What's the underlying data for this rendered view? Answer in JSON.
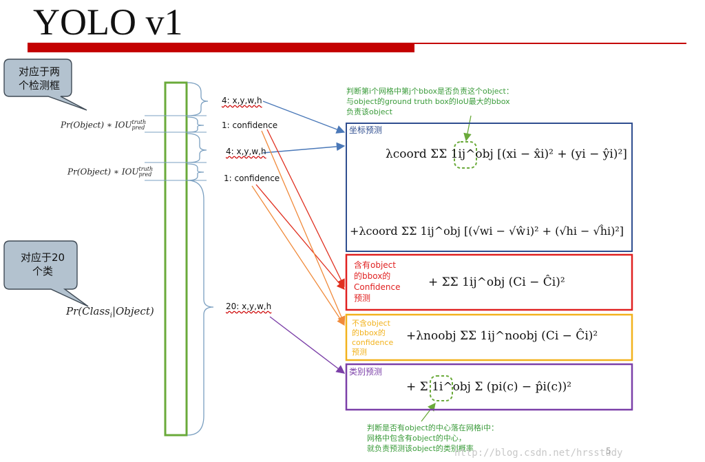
{
  "title": "YOLO v1",
  "callouts": {
    "top": [
      "对应于两",
      "个检测框"
    ],
    "bottom": [
      "对应于20",
      "个类"
    ]
  },
  "side_labels": {
    "pr_object_1": "Pr(Object) ∗ IOU",
    "pr_object_2": "Pr(Object) ∗ IOU",
    "iou_sup": "truth",
    "iou_sub": "pred",
    "pr_class": "Pr(Class",
    "pr_class_sub": "i",
    "pr_class_tail": "|Object)"
  },
  "vector_labels": {
    "xywh_1": "4: x,y,w,h",
    "conf_1": "1: confidence",
    "xywh_2": "4: x,y,w,h",
    "conf_2": "1: confidence",
    "classes": "20: x,y,w,h"
  },
  "notes": {
    "top": [
      "判断第i个网格中第j个bbox是否负责这个object：",
      "与object的ground truth box的IoU最大的bbox",
      "负责该object"
    ],
    "bottom": [
      "判断是否有object的中心落在网格i中：",
      "网格中包含有object的中心，",
      "就负责预测该object的类别概率"
    ]
  },
  "boxes": {
    "coord": {
      "label": "坐标预测",
      "color": "#2e4d8f"
    },
    "conf_obj": {
      "label": [
        "含有object",
        "的bbox的",
        "Confidence",
        "预测"
      ],
      "color": "#e02020"
    },
    "conf_noobj": {
      "label": [
        "不含object",
        "的bbox的",
        "confidence",
        "预测"
      ],
      "color": "#f2b21c"
    },
    "class": {
      "label": "类别预测",
      "color": "#7b3fa8"
    }
  },
  "formulas": {
    "coord_1": "λcoord ΣΣ 1ij^obj [(xi − x̂i)² + (yi − ŷi)²]",
    "coord_2": "+λcoord ΣΣ 1ij^obj [(√wi − √ŵi)² + (√hi − √ĥi)²]",
    "conf_obj": "+ ΣΣ 1ij^obj (Ci − Ĉi)²",
    "conf_noobj": "+λnoobj ΣΣ 1ij^noobj (Ci − Ĉi)²",
    "class": "+ Σ 1i^obj Σ (pi(c) − p̂i(c))²"
  },
  "watermark": "http://blog.csdn.net/hrsstudy",
  "page_number": "5",
  "colors": {
    "accent_red": "#c40000",
    "green": "#6aaa3a",
    "arrow_blue": "#4a78b8",
    "arrow_red": "#e03020",
    "arrow_orange": "#f08a3a",
    "arrow_purple": "#7b3fa8"
  }
}
